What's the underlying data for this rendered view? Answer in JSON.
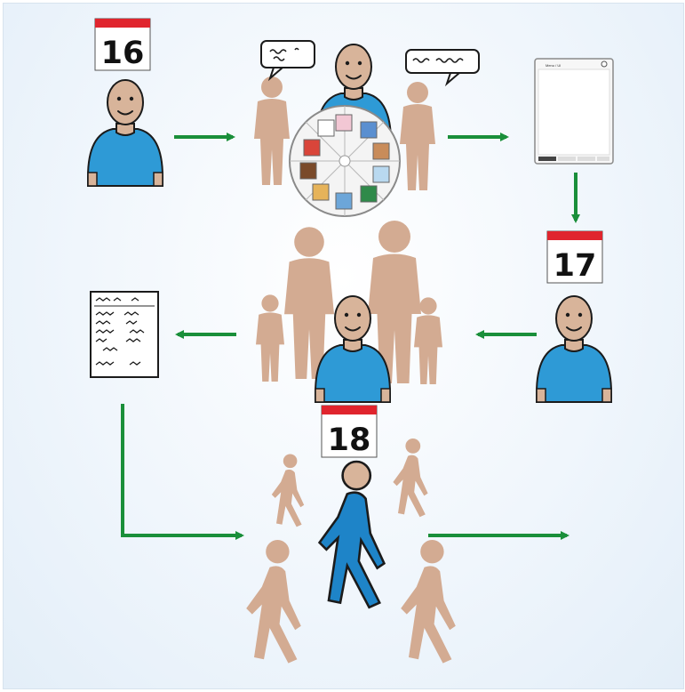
{
  "calendars": [
    {
      "day": "16",
      "color": "#e0252e"
    },
    {
      "day": "17",
      "color": "#e0252e"
    },
    {
      "day": "18",
      "color": "#e0252e"
    }
  ],
  "tablet": {
    "title": "Menu / UI",
    "tabs": [
      "",
      "",
      "",
      ""
    ]
  },
  "colors": {
    "arrow": "#1a8f3a",
    "skin": "#d8b49a",
    "shirt": "#2e9ad6",
    "walker_highlight": "#1e84c8",
    "person_bg": "#d3ab92"
  },
  "icons": [
    "calendar-icon",
    "person-icon",
    "speech-bubble-icon",
    "communication-wheel-icon",
    "tablet-icon",
    "document-icon",
    "family-icon",
    "walking-person-icon",
    "arrow-icon"
  ]
}
